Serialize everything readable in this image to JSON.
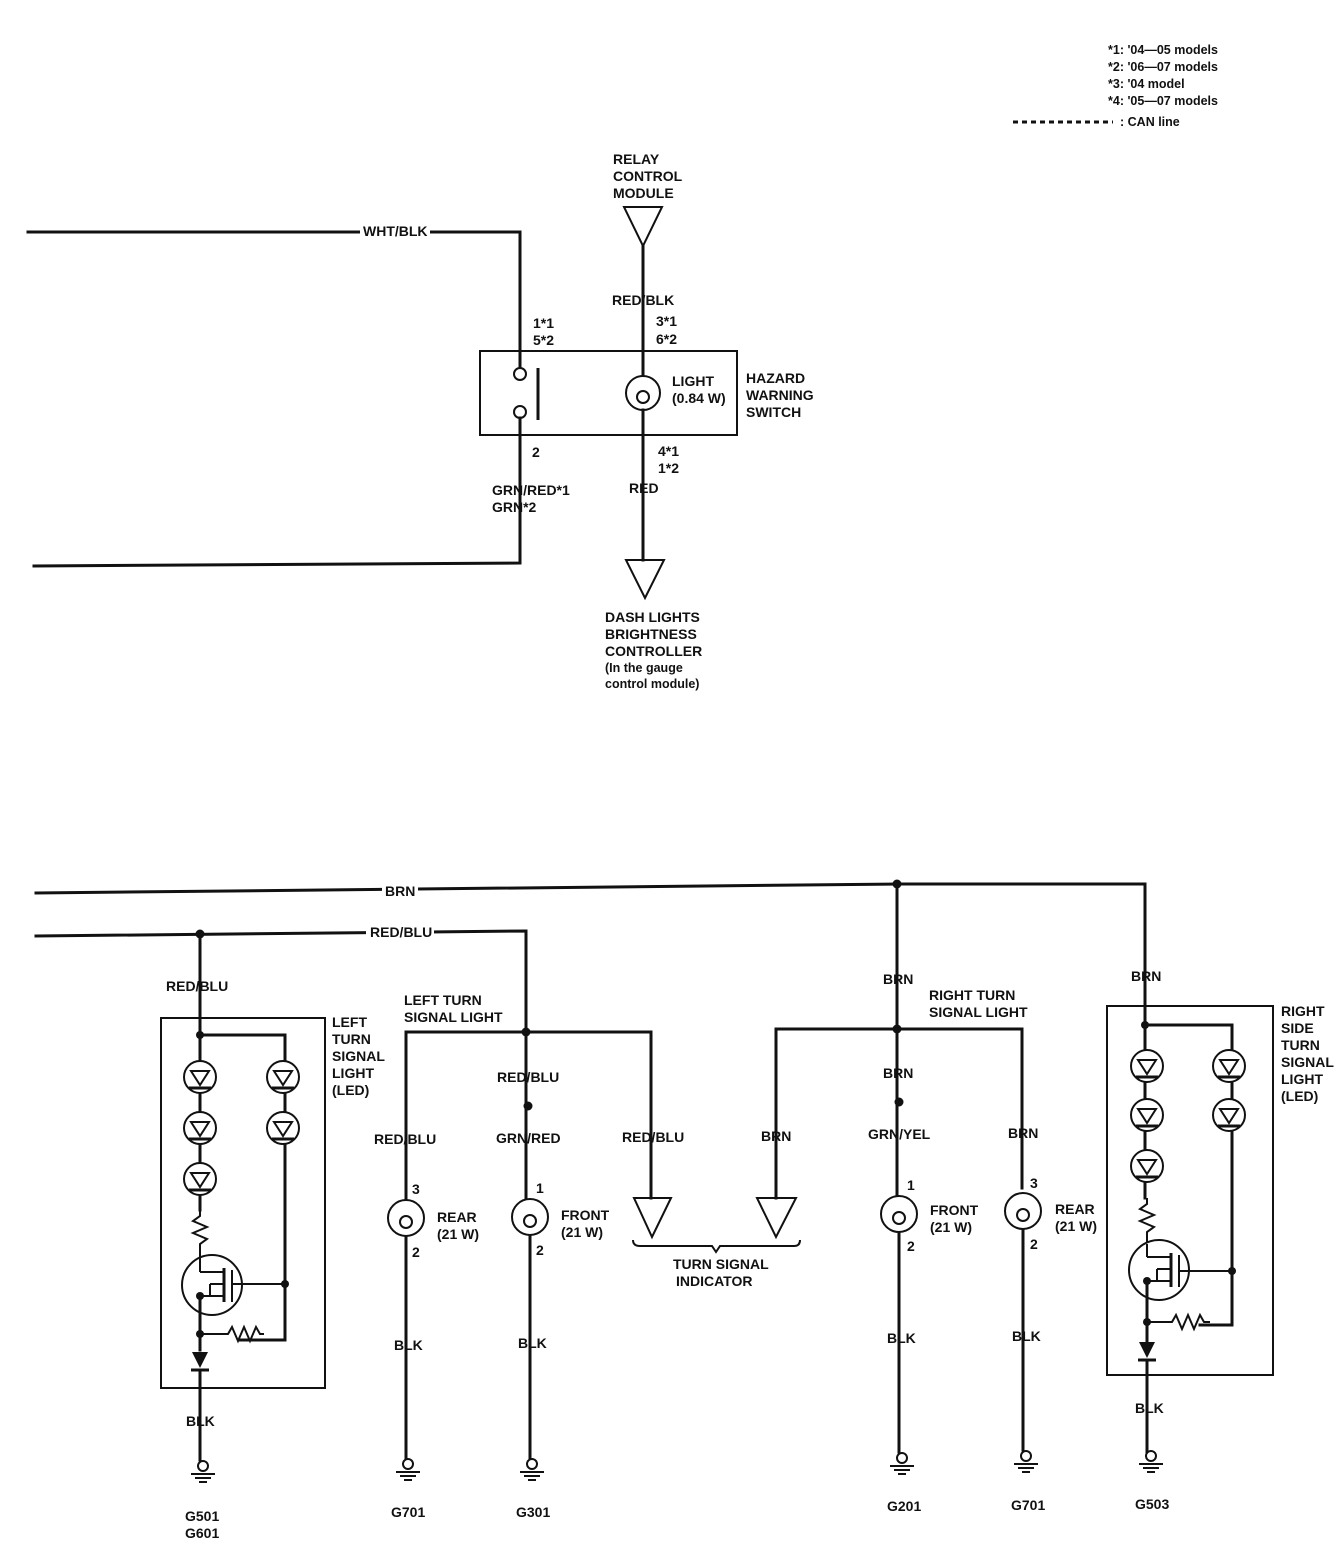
{
  "notes": {
    "n1": "*1: '04—05 models",
    "n2": "*2: '06—07 models",
    "n3": "*3: '04 model",
    "n4": "*4: '05—07 models",
    "can": ": CAN line"
  },
  "hazard": {
    "relay_l1": "RELAY",
    "relay_l2": "CONTROL",
    "relay_l3": "MODULE",
    "wire_wht_blk": "WHT/BLK",
    "wire_red_blk": "RED/BLK",
    "pin_sw_top_1": "1*1",
    "pin_sw_top_2": "5*2",
    "pin_lt_top_1": "3*1",
    "pin_lt_top_2": "6*2",
    "light_label": "LIGHT",
    "light_watt": "(0.84 W)",
    "switch_l1": "HAZARD",
    "switch_l2": "WARNING",
    "switch_l3": "SWITCH",
    "pin_sw_bot": "2",
    "pin_lt_bot_1": "4*1",
    "pin_lt_bot_2": "1*2",
    "wire_grn_red_1": "GRN/RED*1",
    "wire_grn_2": "GRN*2",
    "wire_red": "RED",
    "dash_l1": "DASH LIGHTS",
    "dash_l2": "BRIGHTNESS",
    "dash_l3": "CONTROLLER",
    "dash_l4": "(In the gauge",
    "dash_l5": "control module)"
  },
  "turn": {
    "brn": "BRN",
    "red_blu": "RED/BLU",
    "grn_red": "GRN/RED",
    "grn_yel": "GRN/YEL",
    "blk": "BLK",
    "left_led_l1": "LEFT",
    "left_led_l2": "TURN",
    "left_led_l3": "SIGNAL",
    "left_led_l4": "LIGHT",
    "left_led_l5": "(LED)",
    "left_turn_l1": "LEFT TURN",
    "left_turn_l2": "SIGNAL LIGHT",
    "right_turn_l1": "RIGHT TURN",
    "right_turn_l2": "SIGNAL LIGHT",
    "right_led_l1": "RIGHT",
    "right_led_l2": "SIDE",
    "right_led_l3": "TURN",
    "right_led_l4": "SIGNAL",
    "right_led_l5": "LIGHT",
    "right_led_l6": "(LED)",
    "rear": "REAR",
    "front": "FRONT",
    "watt21": "(21 W)",
    "pin1": "1",
    "pin2": "2",
    "pin3": "3",
    "indicator_l1": "TURN SIGNAL",
    "indicator_l2": "INDICATOR",
    "g501": "G501",
    "g601": "G601",
    "g701": "G701",
    "g301": "G301",
    "g201": "G201",
    "g503": "G503"
  }
}
